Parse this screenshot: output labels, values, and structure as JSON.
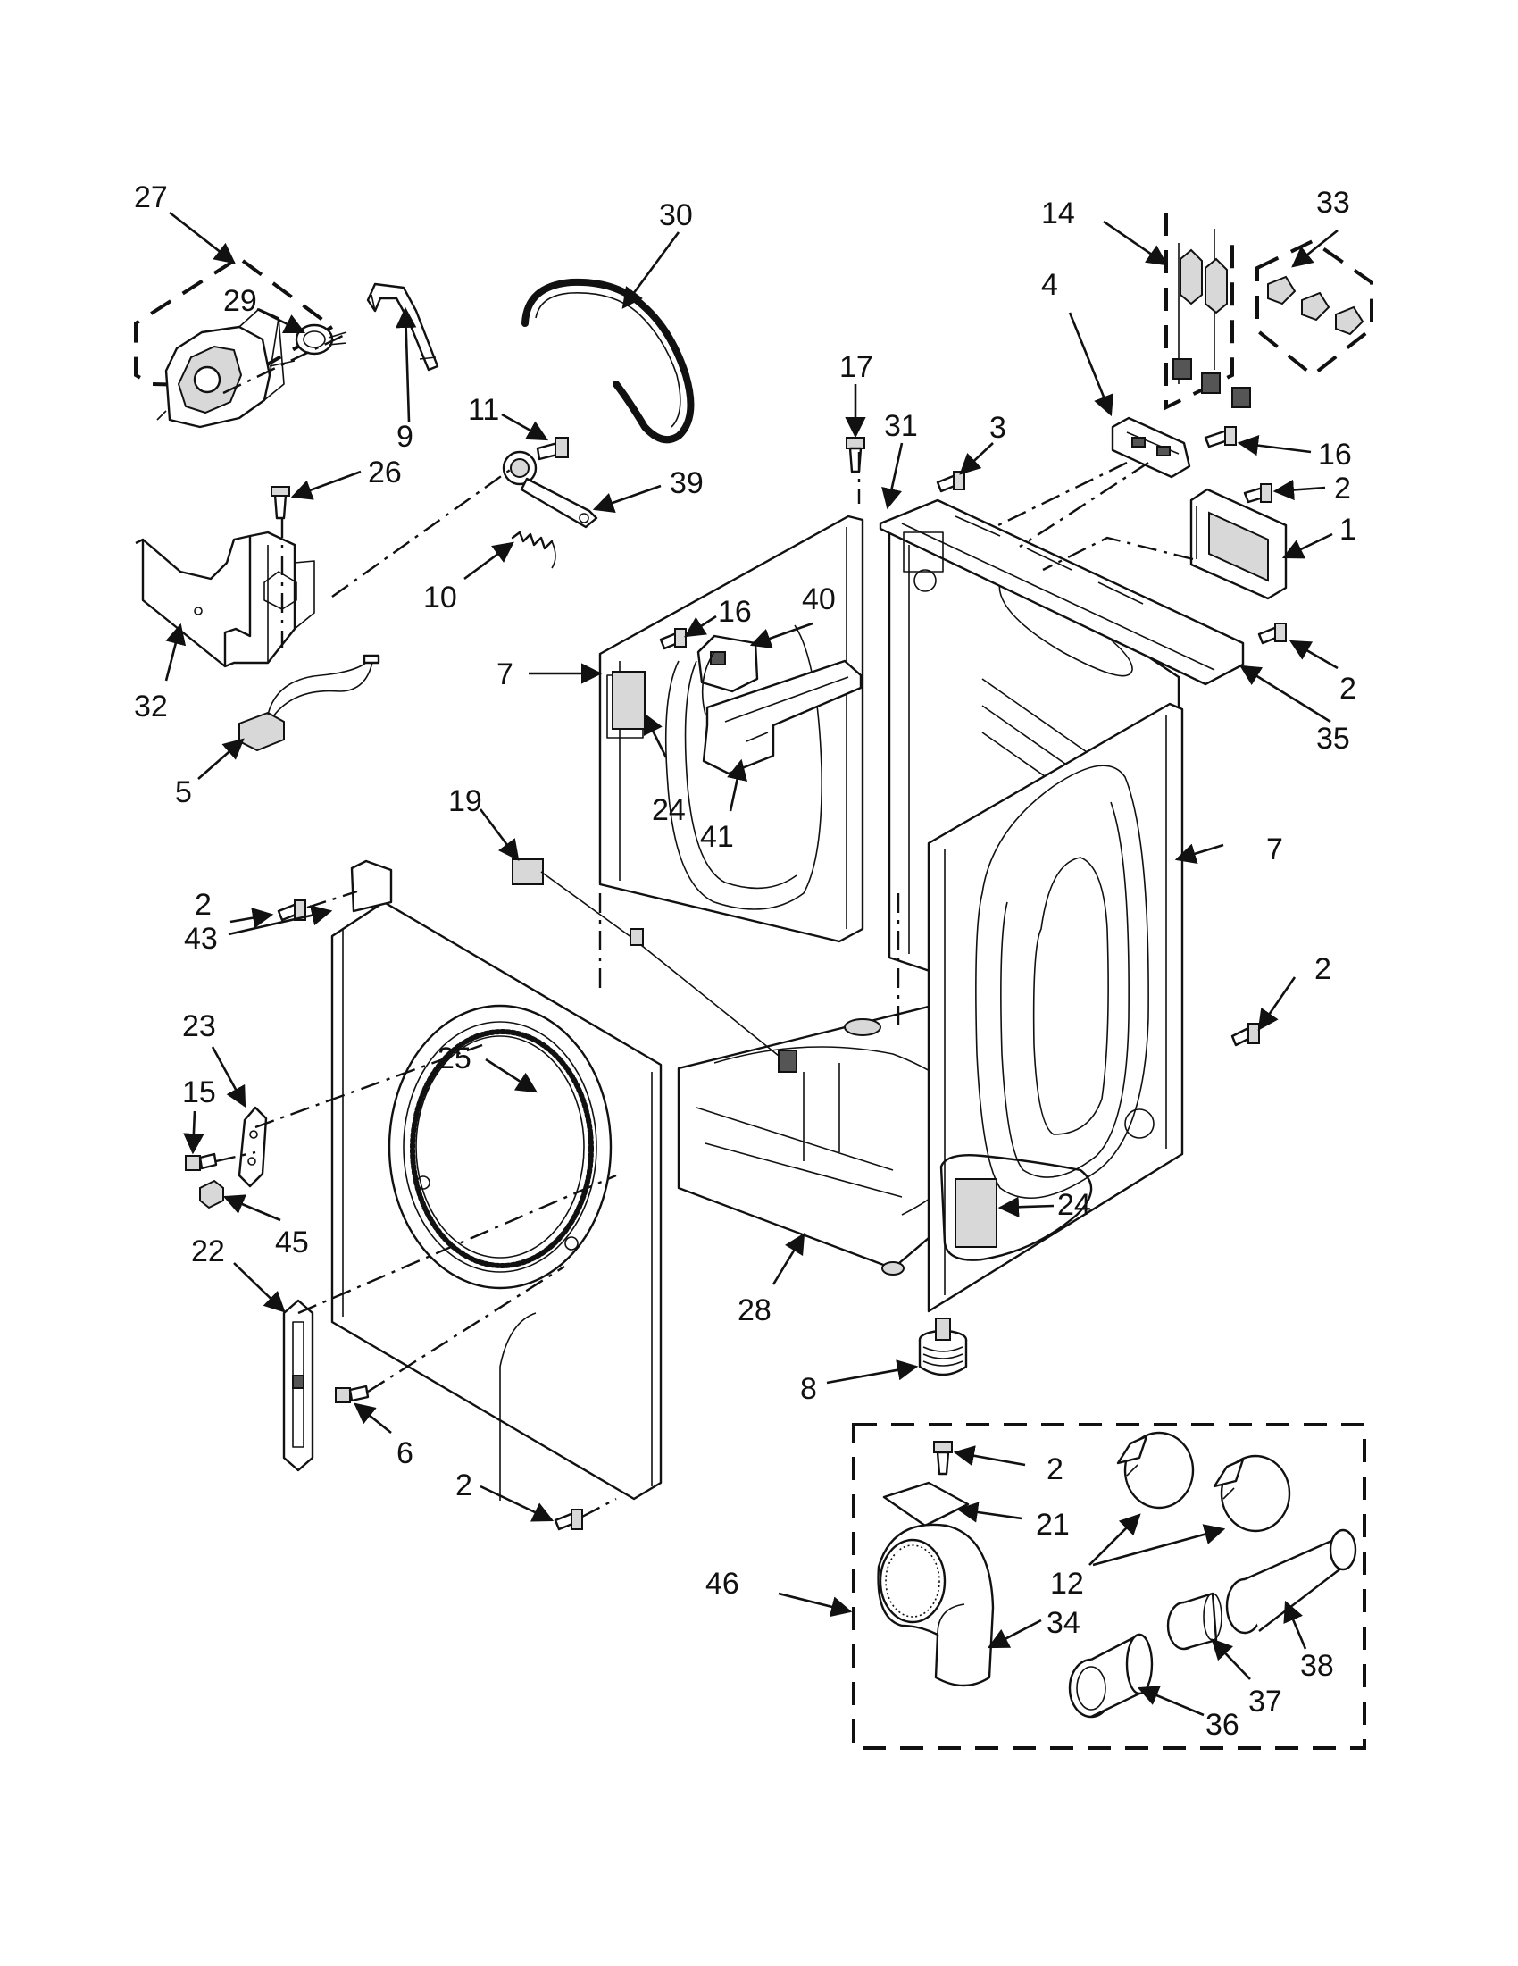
{
  "callouts": [
    {
      "id": "c27",
      "label": "27"
    },
    {
      "id": "c29",
      "label": "29"
    },
    {
      "id": "c9",
      "label": "9"
    },
    {
      "id": "c26",
      "label": "26"
    },
    {
      "id": "c32",
      "label": "32"
    },
    {
      "id": "c5",
      "label": "5"
    },
    {
      "id": "c30",
      "label": "30"
    },
    {
      "id": "c11",
      "label": "11"
    },
    {
      "id": "c39",
      "label": "39"
    },
    {
      "id": "c10",
      "label": "10"
    },
    {
      "id": "c17",
      "label": "17"
    },
    {
      "id": "c31",
      "label": "31"
    },
    {
      "id": "c3",
      "label": "3"
    },
    {
      "id": "c14",
      "label": "14"
    },
    {
      "id": "c33",
      "label": "33"
    },
    {
      "id": "c4",
      "label": "4"
    },
    {
      "id": "c16a",
      "label": "16"
    },
    {
      "id": "c2a",
      "label": "2"
    },
    {
      "id": "c1",
      "label": "1"
    },
    {
      "id": "c2b",
      "label": "2"
    },
    {
      "id": "c35",
      "label": "35"
    },
    {
      "id": "c16b",
      "label": "16"
    },
    {
      "id": "c40",
      "label": "40"
    },
    {
      "id": "c7a",
      "label": "7"
    },
    {
      "id": "c24a",
      "label": "24"
    },
    {
      "id": "c41",
      "label": "41"
    },
    {
      "id": "c19",
      "label": "19"
    },
    {
      "id": "c7b",
      "label": "7"
    },
    {
      "id": "c2c",
      "label": "2"
    },
    {
      "id": "c43",
      "label": "43"
    },
    {
      "id": "c2d",
      "label": "2"
    },
    {
      "id": "c23",
      "label": "23"
    },
    {
      "id": "c25",
      "label": "25"
    },
    {
      "id": "c15",
      "label": "15"
    },
    {
      "id": "c45",
      "label": "45"
    },
    {
      "id": "c24b",
      "label": "24"
    },
    {
      "id": "c22",
      "label": "22"
    },
    {
      "id": "c28",
      "label": "28"
    },
    {
      "id": "c8",
      "label": "8"
    },
    {
      "id": "c6",
      "label": "6"
    },
    {
      "id": "c2e",
      "label": "2"
    },
    {
      "id": "c2f",
      "label": "2"
    },
    {
      "id": "c21",
      "label": "21"
    },
    {
      "id": "c12",
      "label": "12"
    },
    {
      "id": "c46",
      "label": "46"
    },
    {
      "id": "c34",
      "label": "34"
    },
    {
      "id": "c37",
      "label": "37"
    },
    {
      "id": "c38",
      "label": "38"
    },
    {
      "id": "c36",
      "label": "36"
    }
  ]
}
